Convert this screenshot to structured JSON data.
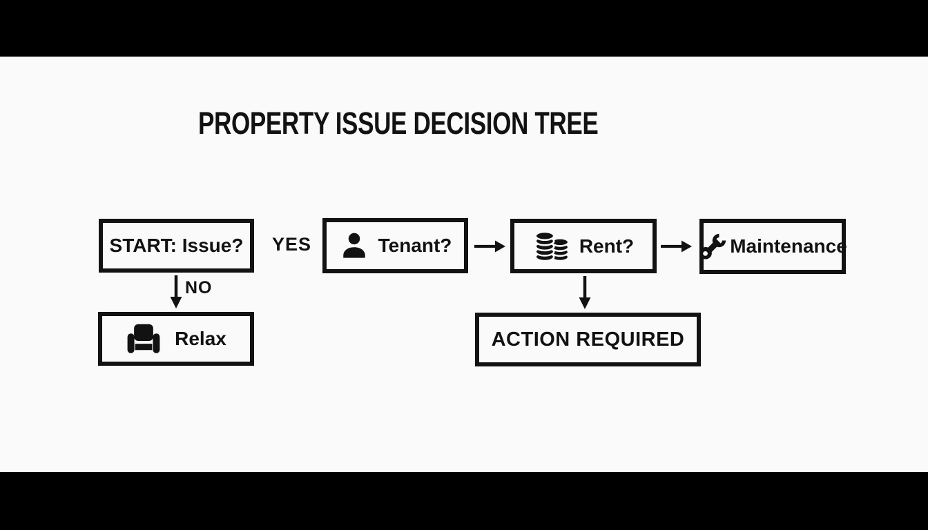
{
  "title": "PROPERTY ISSUE DECISION TREE",
  "nodes": {
    "start": {
      "label": "START: Issue?"
    },
    "tenant": {
      "label": "Tenant?",
      "icon": "person-icon"
    },
    "rent": {
      "label": "Rent?",
      "icon": "coins-icon"
    },
    "maintenance": {
      "label": "Maintenance",
      "icon": "wrench-icon"
    },
    "relax": {
      "label": "Relax",
      "icon": "armchair-icon"
    },
    "action_required": {
      "label": "ACTION REQUIRED"
    }
  },
  "edge_labels": {
    "yes": "YES",
    "no": "NO"
  },
  "colors": {
    "ink": "#121212",
    "canvas_background": "#fbfafa",
    "letterbox_bars": "#000000"
  }
}
